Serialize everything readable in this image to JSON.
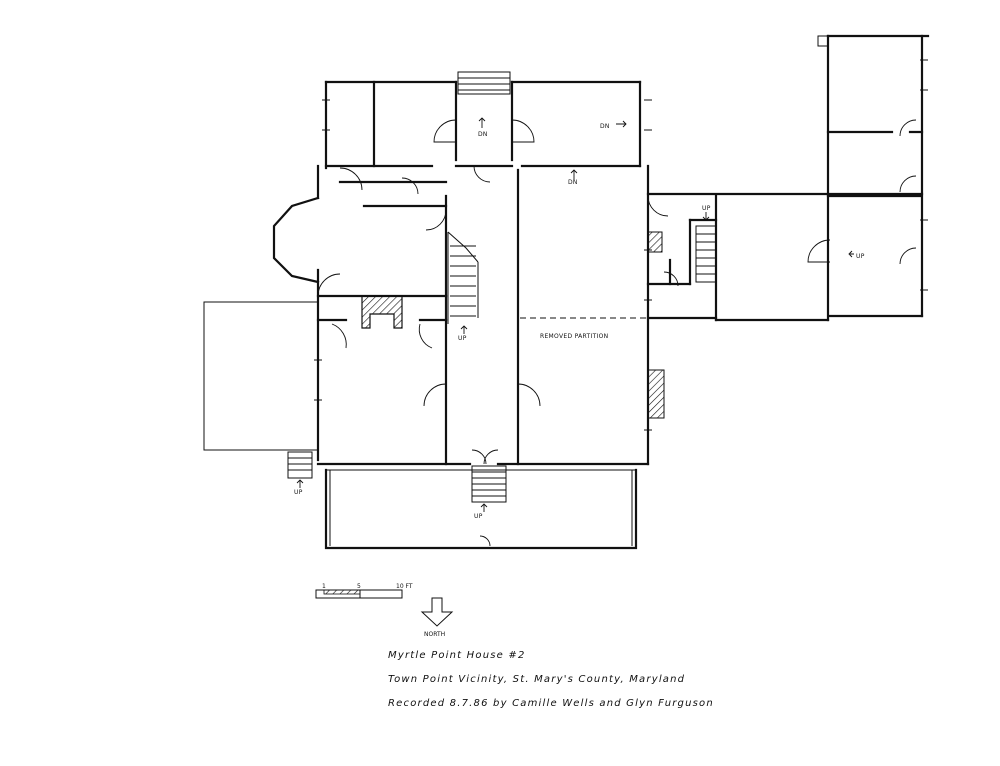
{
  "plan": {
    "labels": {
      "dn": "DN",
      "up": "UP",
      "removed_partition": "REMOVED PARTITION"
    }
  },
  "scale": {
    "t1": "1",
    "t5": "5",
    "t10": "10 FT"
  },
  "north": "NORTH",
  "titleblock": {
    "line1": "Myrtle Point House #2",
    "line2": "Town Point Vicinity, St. Mary's County, Maryland",
    "line3": "Recorded 8.7.86 by Camille Wells and Glyn Furguson"
  },
  "colors": {
    "ink": "#111111",
    "paper": "#ffffff"
  }
}
